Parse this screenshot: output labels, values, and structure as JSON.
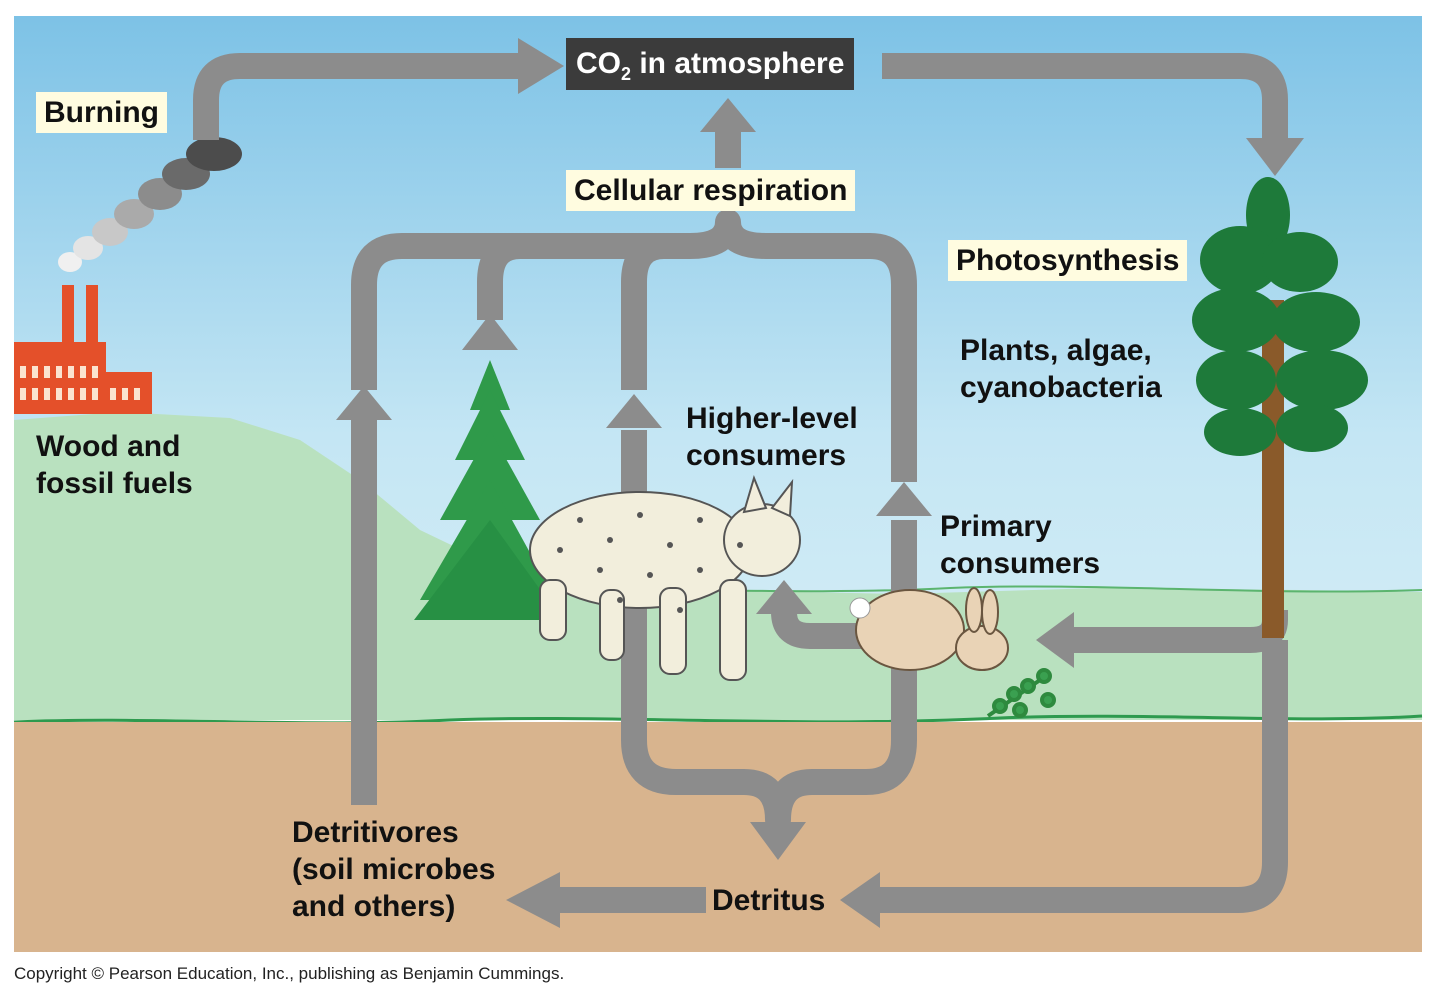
{
  "diagram": {
    "co2_prefix": "CO",
    "co2_sub": "2",
    "co2_suffix": " in atmosphere",
    "burning": "Burning",
    "fuels": [
      "Wood and",
      "fossil fuels"
    ],
    "cellular_respiration": "Cellular respiration",
    "photosynthesis": "Photosynthesis",
    "producers": [
      "Plants, algae,",
      "cyanobacteria"
    ],
    "higher_consumers": [
      "Higher-level",
      "consumers"
    ],
    "primary_consumers": [
      "Primary",
      "consumers"
    ],
    "detritivores": [
      "Detritivores",
      "(soil microbes",
      "and others)"
    ],
    "detritus": "Detritus"
  },
  "copyright": "Copyright © Pearson Education, Inc., publishing as Benjamin Cummings.",
  "colors": {
    "sky": "#9fd2ec",
    "hill": "#b9e1bf",
    "soil": "#d8b48e",
    "arrow": "#8c8c8c",
    "label_box": "#fffce0",
    "factory": "#e4502a",
    "tree": "#1e7a3a",
    "trunk": "#8a5a2a"
  }
}
